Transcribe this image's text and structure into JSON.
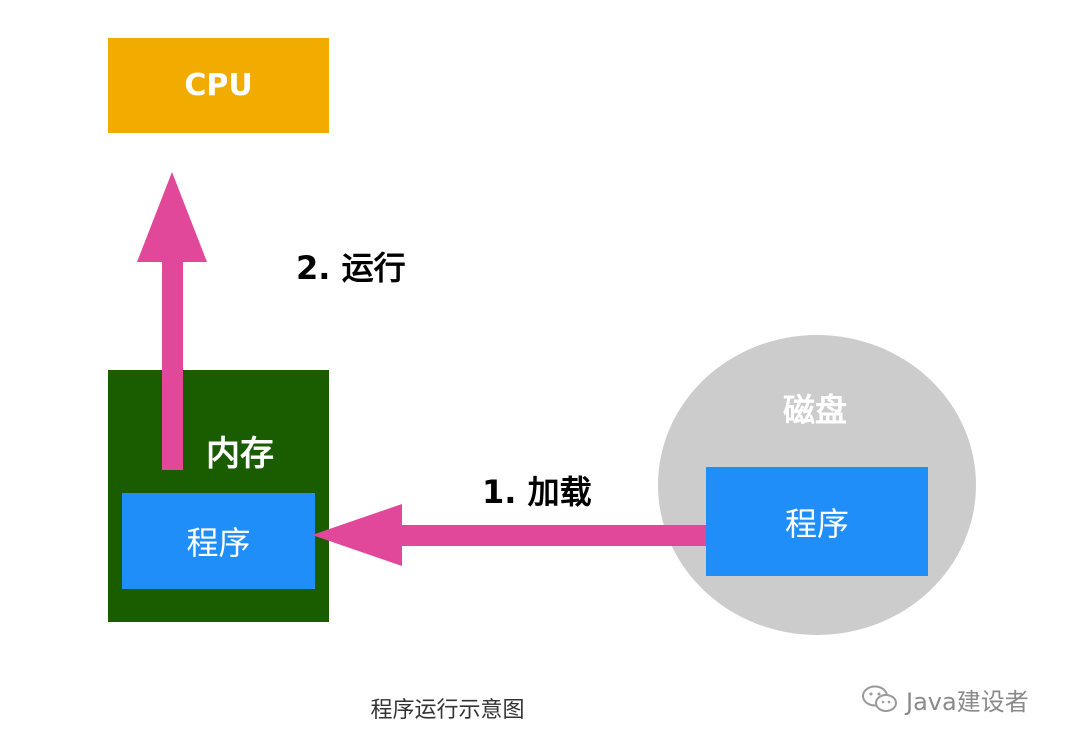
{
  "cpu": {
    "label": "CPU"
  },
  "memory": {
    "label": "内存",
    "program_label": "程序"
  },
  "disk": {
    "label": "磁盘",
    "program_label": "程序"
  },
  "steps": {
    "run": "2. 运行",
    "load": "1. 加载"
  },
  "caption": "程序运行示意图",
  "watermark": {
    "text": "Java建设者",
    "icon": "wechat-icon"
  },
  "colors": {
    "cpu": "#f2ac00",
    "memory": "#1a5c00",
    "program": "#1f8ef8",
    "disk": "#cccccc",
    "arrow": "#e2489a"
  }
}
